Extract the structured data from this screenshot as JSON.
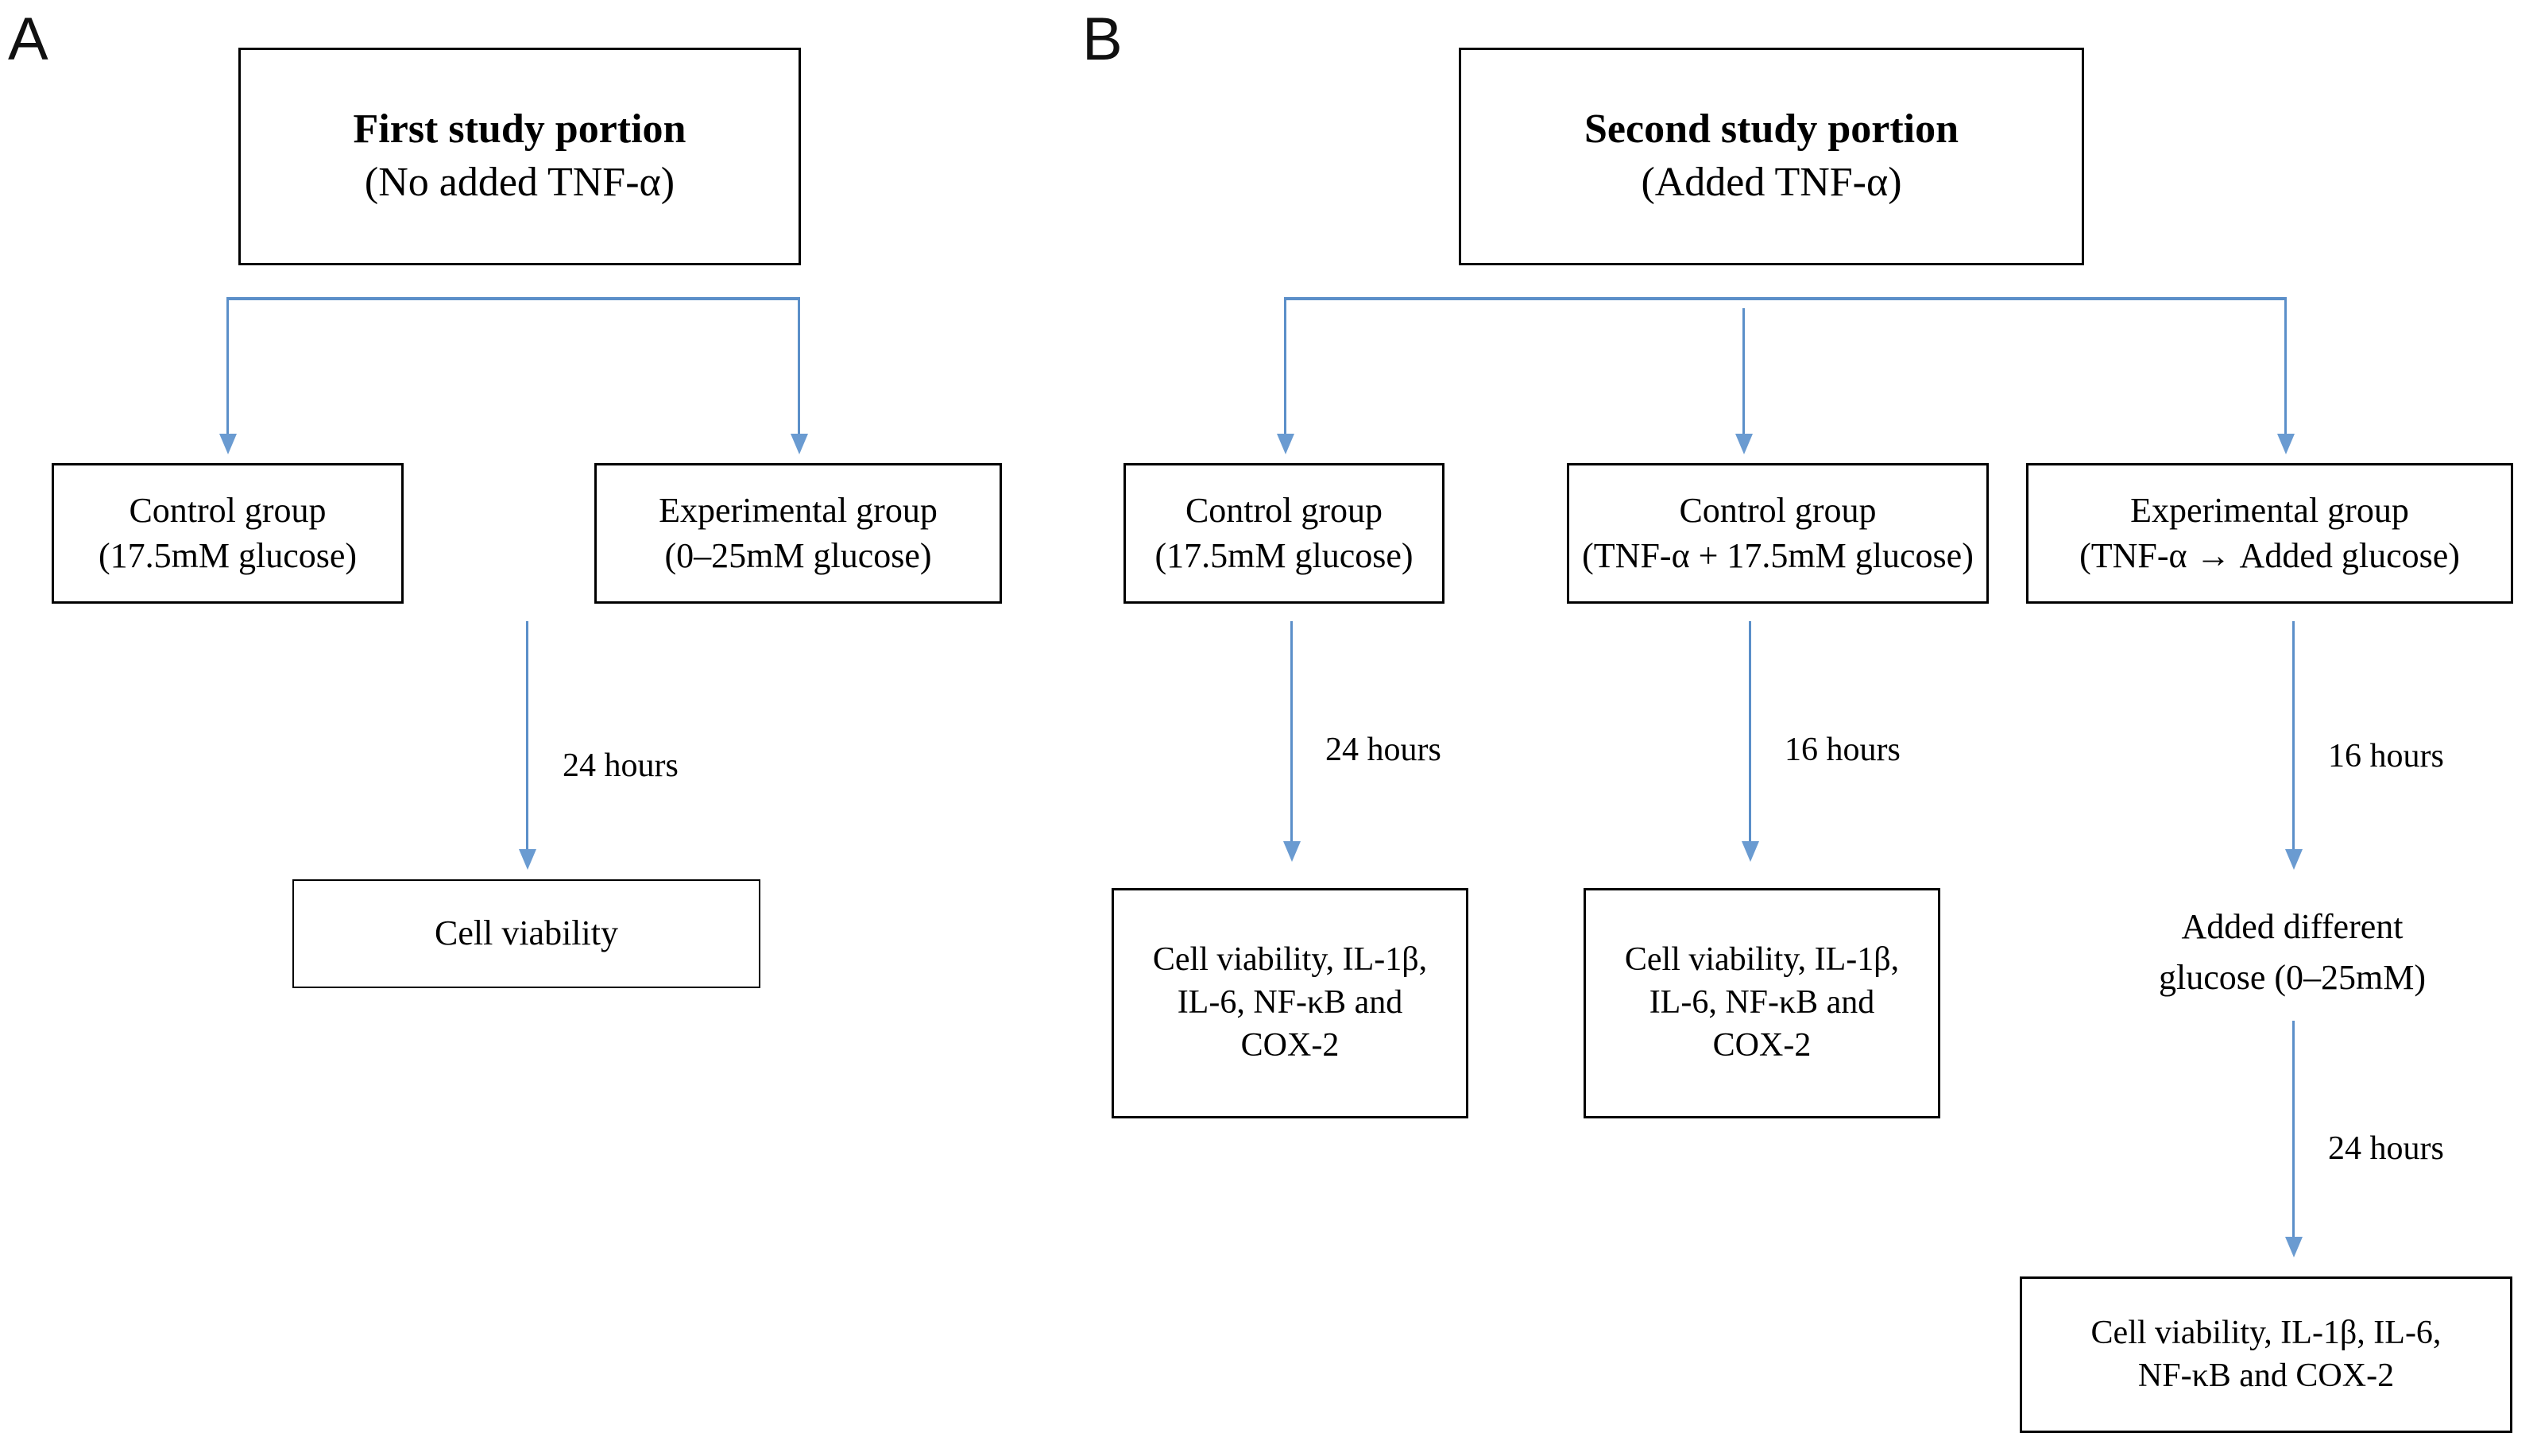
{
  "figure": {
    "panels": [
      {
        "letter": "A",
        "header": {
          "title": "First study portion",
          "subtitle": "(No added TNF-α)"
        },
        "groups": [
          {
            "name": "Control group",
            "condition": "(17.5mM glucose)"
          },
          {
            "name": "Experimental group",
            "condition": "(0–25mM glucose)"
          }
        ],
        "durations": [
          "24 hours"
        ],
        "outcomes": [
          {
            "lines": [
              "Cell viability"
            ]
          }
        ]
      },
      {
        "letter": "B",
        "header": {
          "title": "Second study portion",
          "subtitle": "(Added TNF-α)"
        },
        "groups": [
          {
            "name": "Control group",
            "condition": "(17.5mM glucose)"
          },
          {
            "name": "Control group",
            "condition": "(TNF-α + 17.5mM glucose)"
          },
          {
            "name": "Experimental group",
            "condition": "(TNF-α → Added glucose)"
          }
        ],
        "durations": {
          "branch1": "24 hours",
          "branch2": "16 hours",
          "branch3": "16 hours",
          "branch3_second": "24 hours"
        },
        "outcomes": [
          {
            "lines": [
              "Cell viability, IL-1β,",
              "IL-6, NF-κB and",
              "COX-2"
            ]
          },
          {
            "lines": [
              "Cell viability, IL-1β,",
              "IL-6, NF-κB and",
              "COX-2"
            ]
          }
        ],
        "intermediate": {
          "lines": [
            "Added different",
            "glucose (0–25mM)"
          ]
        },
        "final_outcome": {
          "lines": [
            "Cell viability, IL-1β, IL-6,",
            "NF-κB and COX-2"
          ]
        }
      }
    ],
    "colors": {
      "connector": "#5b8fc9",
      "box_border": "#000000",
      "text": "#000000",
      "background": "#ffffff"
    }
  }
}
